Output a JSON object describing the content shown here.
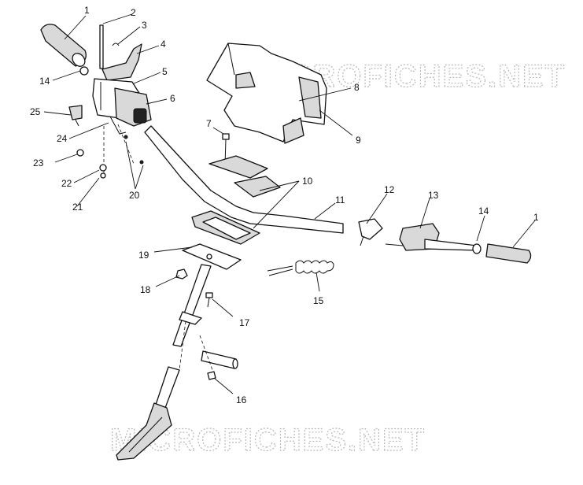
{
  "watermark": {
    "top_text": "MICROFICHES.NET",
    "bottom_text": "MICROFICHES.NET"
  },
  "callouts": [
    {
      "id": "c1a",
      "label": "1"
    },
    {
      "id": "c2",
      "label": "2"
    },
    {
      "id": "c3",
      "label": "3"
    },
    {
      "id": "c4",
      "label": "4"
    },
    {
      "id": "c14a",
      "label": "14"
    },
    {
      "id": "c5",
      "label": "5"
    },
    {
      "id": "c6",
      "label": "6"
    },
    {
      "id": "c25",
      "label": "25"
    },
    {
      "id": "c24",
      "label": "24"
    },
    {
      "id": "c23",
      "label": "23"
    },
    {
      "id": "c22",
      "label": "22"
    },
    {
      "id": "c21",
      "label": "21"
    },
    {
      "id": "c20",
      "label": "20"
    },
    {
      "id": "c7",
      "label": "7"
    },
    {
      "id": "c8",
      "label": "8"
    },
    {
      "id": "c9",
      "label": "9"
    },
    {
      "id": "c10",
      "label": "10"
    },
    {
      "id": "c11",
      "label": "11"
    },
    {
      "id": "c12",
      "label": "12"
    },
    {
      "id": "c13",
      "label": "13"
    },
    {
      "id": "c14b",
      "label": "14"
    },
    {
      "id": "c1b",
      "label": "1"
    },
    {
      "id": "c19",
      "label": "19"
    },
    {
      "id": "c18",
      "label": "18"
    },
    {
      "id": "c17",
      "label": "17"
    },
    {
      "id": "c15",
      "label": "15"
    },
    {
      "id": "c16",
      "label": "16"
    }
  ]
}
